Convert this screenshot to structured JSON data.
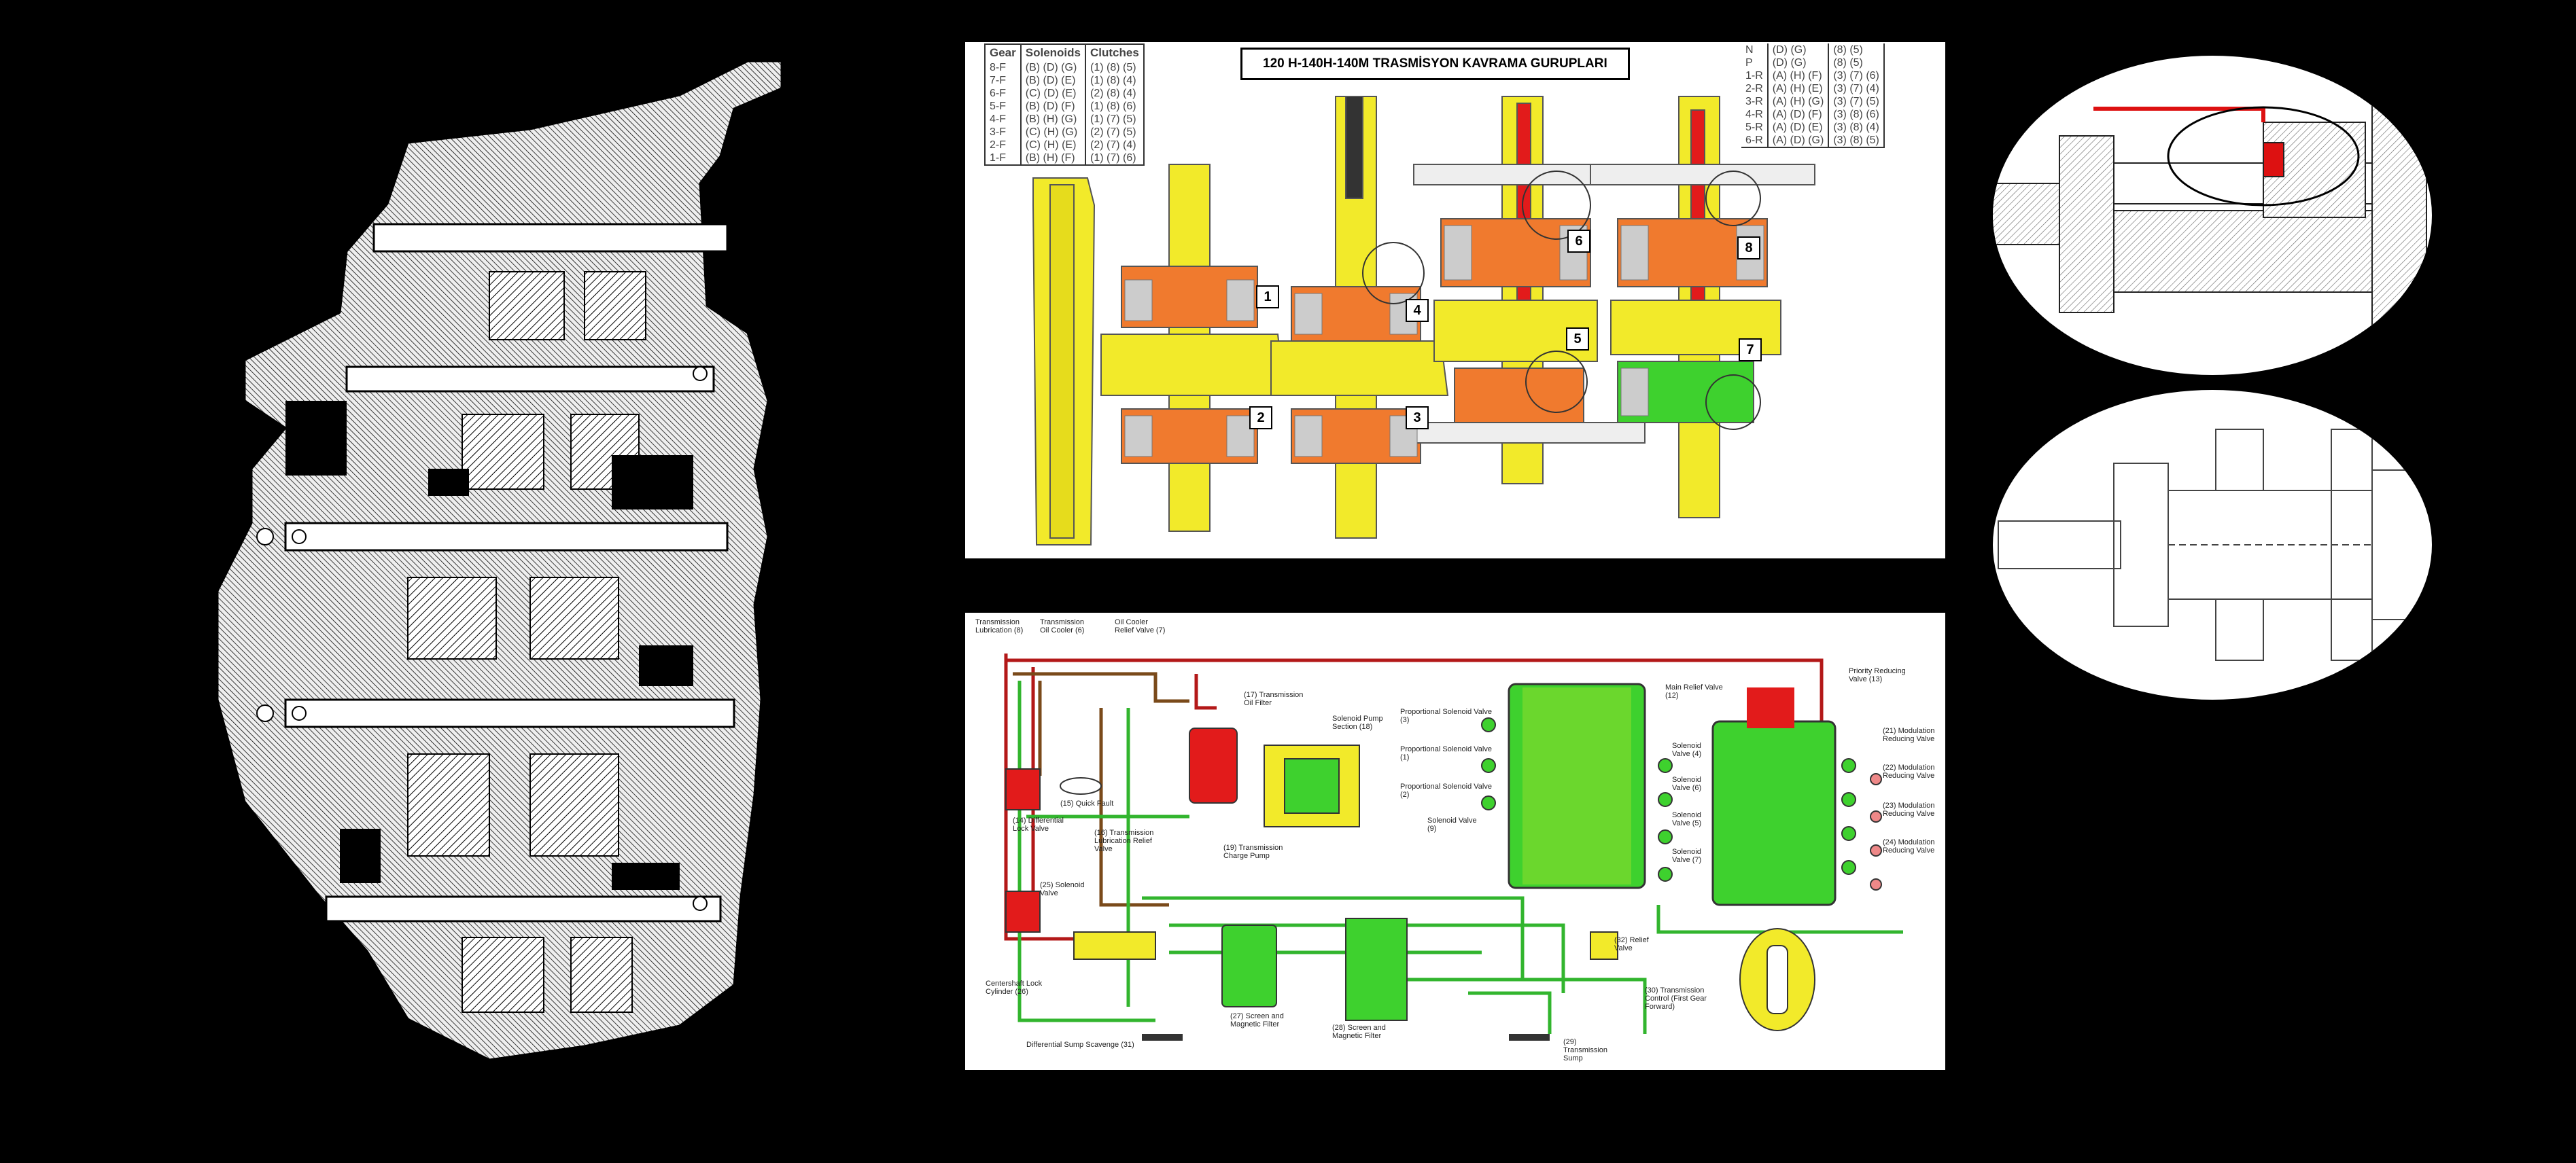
{
  "clutch_panel": {
    "title": "120 H-140H-140M TRASMİSYON KAVRAMA GURUPLARI",
    "forward_table": {
      "headers": [
        "Gear",
        "Solenoids",
        "Clutches"
      ],
      "rows": [
        [
          "8-F",
          "(B) (D) (G)",
          "(1) (8) (5)"
        ],
        [
          "7-F",
          "(B) (D) (E)",
          "(1) (8) (4)"
        ],
        [
          "6-F",
          "(C) (D) (E)",
          "(2) (8) (4)"
        ],
        [
          "5-F",
          "(B) (D) (F)",
          "(1) (8) (6)"
        ],
        [
          "4-F",
          "(B) (H) (G)",
          "(1) (7) (5)"
        ],
        [
          "3-F",
          "(C) (H) (G)",
          "(2) (7) (5)"
        ],
        [
          "2-F",
          "(C) (H) (E)",
          "(2) (7) (4)"
        ],
        [
          "1-F",
          "(B) (H) (F)",
          "(1) (7) (6)"
        ]
      ]
    },
    "reverse_table": {
      "rows": [
        [
          "N",
          "(D) (G)",
          "(8) (5)"
        ],
        [
          "P",
          "(D) (G)",
          "(8) (5)"
        ],
        [
          "1-R",
          "(A) (H) (F)",
          "(3) (7) (6)"
        ],
        [
          "2-R",
          "(A) (H) (E)",
          "(3) (7) (4)"
        ],
        [
          "3-R",
          "(A) (H) (G)",
          "(3) (7) (5)"
        ],
        [
          "4-R",
          "(A) (D) (F)",
          "(3) (8) (6)"
        ],
        [
          "5-R",
          "(A) (D) (E)",
          "(3) (8) (4)"
        ],
        [
          "6-R",
          "(A) (D) (G)",
          "(3) (8) (5)"
        ]
      ]
    },
    "clutch_numbers": [
      "1",
      "2",
      "3",
      "4",
      "5",
      "6",
      "7",
      "8"
    ]
  },
  "hydraulic_panel": {
    "labels": {
      "trans_lubrication": "Transmission Lubrication (8)",
      "trans_oil_cooler": "Transmission Oil Cooler (6)",
      "oil_cooler_relief": "Oil Cooler Relief Valve (7)",
      "trans_oil_filter": "(17) Transmission Oil Filter",
      "solenoid_pump_section": "Solenoid Pump Section (18)",
      "prop_sol_valve_3": "Proportional Solenoid Valve (3)",
      "prop_sol_valve_1": "Proportional Solenoid Valve (1)",
      "prop_sol_valve_2": "Proportional Solenoid Valve (2)",
      "solenoid_valve_9": "Solenoid Valve (9)",
      "main_relief": "Main Relief Valve (12)",
      "priority_reducing": "Priority Reducing Valve (13)",
      "solenoid_valve_4": "Solenoid Valve (4)",
      "solenoid_valve_6": "Solenoid Valve (6)",
      "solenoid_valve_5": "Solenoid Valve (5)",
      "solenoid_valve_7": "Solenoid Valve (7)",
      "mod_21": "(21) Modulation Reducing Valve",
      "mod_22": "(22) Modulation Reducing Valve",
      "mod_23": "(23) Modulation Reducing Valve",
      "mod_24": "(24) Modulation Reducing Valve",
      "quick_fault": "(15) Quick Fault",
      "differential_lock": "(14) Differential Lock Valve",
      "trans_lube_relief": "(16) Transmission Lubrication Relief Valve",
      "charge_pump": "(19) Transmission Charge Pump",
      "solenoid_valve_25": "(25) Solenoid Valve",
      "centershaft": "Centershaft Lock Cylinder (26)",
      "screen_27": "(27) Screen and Magnetic Filter",
      "screen_28": "(28) Screen and Magnetic Filter",
      "relief_valve_32": "(32) Relief Valve",
      "diff_sump": "Differential Sump Scavenge (31)",
      "trans_sump": "(29) Transmission Sump",
      "trans_control": "(30) Transmission Control (First Gear Forward)"
    }
  },
  "colors": {
    "background": "#000000",
    "oil_yellow": "#f2ea2a",
    "clutch_orange": "#f07a2e",
    "pressure_red": "#e21b1b",
    "line_green": "#32b52e",
    "valve_green": "#3ed12e",
    "lube_brown": "#7a4a1a",
    "hydraulic_red": "#b31818"
  }
}
